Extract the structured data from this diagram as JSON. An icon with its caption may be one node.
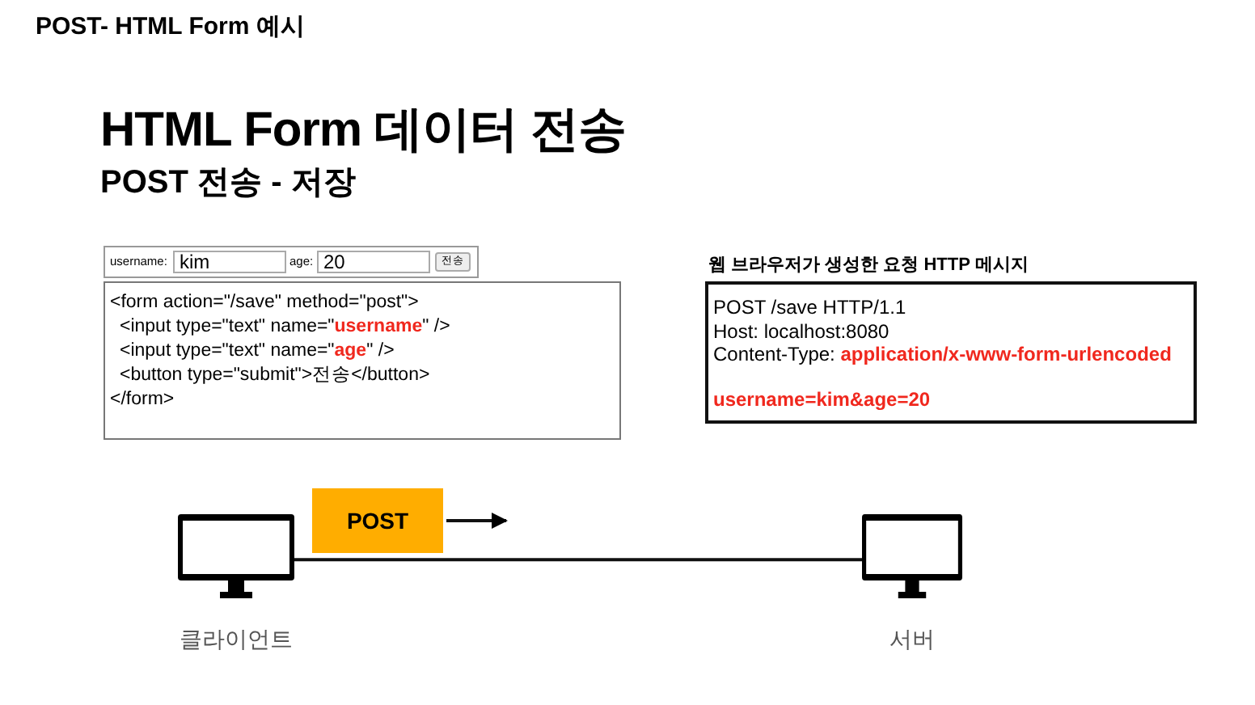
{
  "diagram": {
    "title": "POST- HTML Form 예시",
    "nodes": [
      {
        "text": [
          "<form action=\"/save\" method=\"post\">",
          "<input type=\"text\" name=\"**username**\" />",
          "<input type=\"text\" name=\"**age**\" />",
          "<button type=\"submit\">전송</button>",
          "</form>"
        ]
      },
      {
        "text": [
          "웹 브라우저가 생성한 요청 HTTP 메시지",
          "POST /save HTTP/1.1",
          "Host: localhost:8080",
          "Content-Type: **application/x-www-form-urlencoded**",
          "**username=kim&age=20**"
        ]
      },
      {
        "text": [],
        "shape": "monitor",
        "beside": [
          "클라이언트"
        ]
      },
      {
        "text": [
          "POST"
        ]
      },
      {
        "text": [],
        "shape": "monitor",
        "beside": [
          "서버"
        ]
      }
    ],
    "edges": [
      {
        "from": 2,
        "to": 4,
        "arrow": "none"
      },
      {
        "from": 3,
        "to": null,
        "arrow": "to"
      }
    ],
    "labels": [
      "HTML Form 데이터 전송",
      "POST 전송 - 저장",
      "username:",
      "kim",
      "age:",
      "20",
      "전송"
    ]
  }
}
